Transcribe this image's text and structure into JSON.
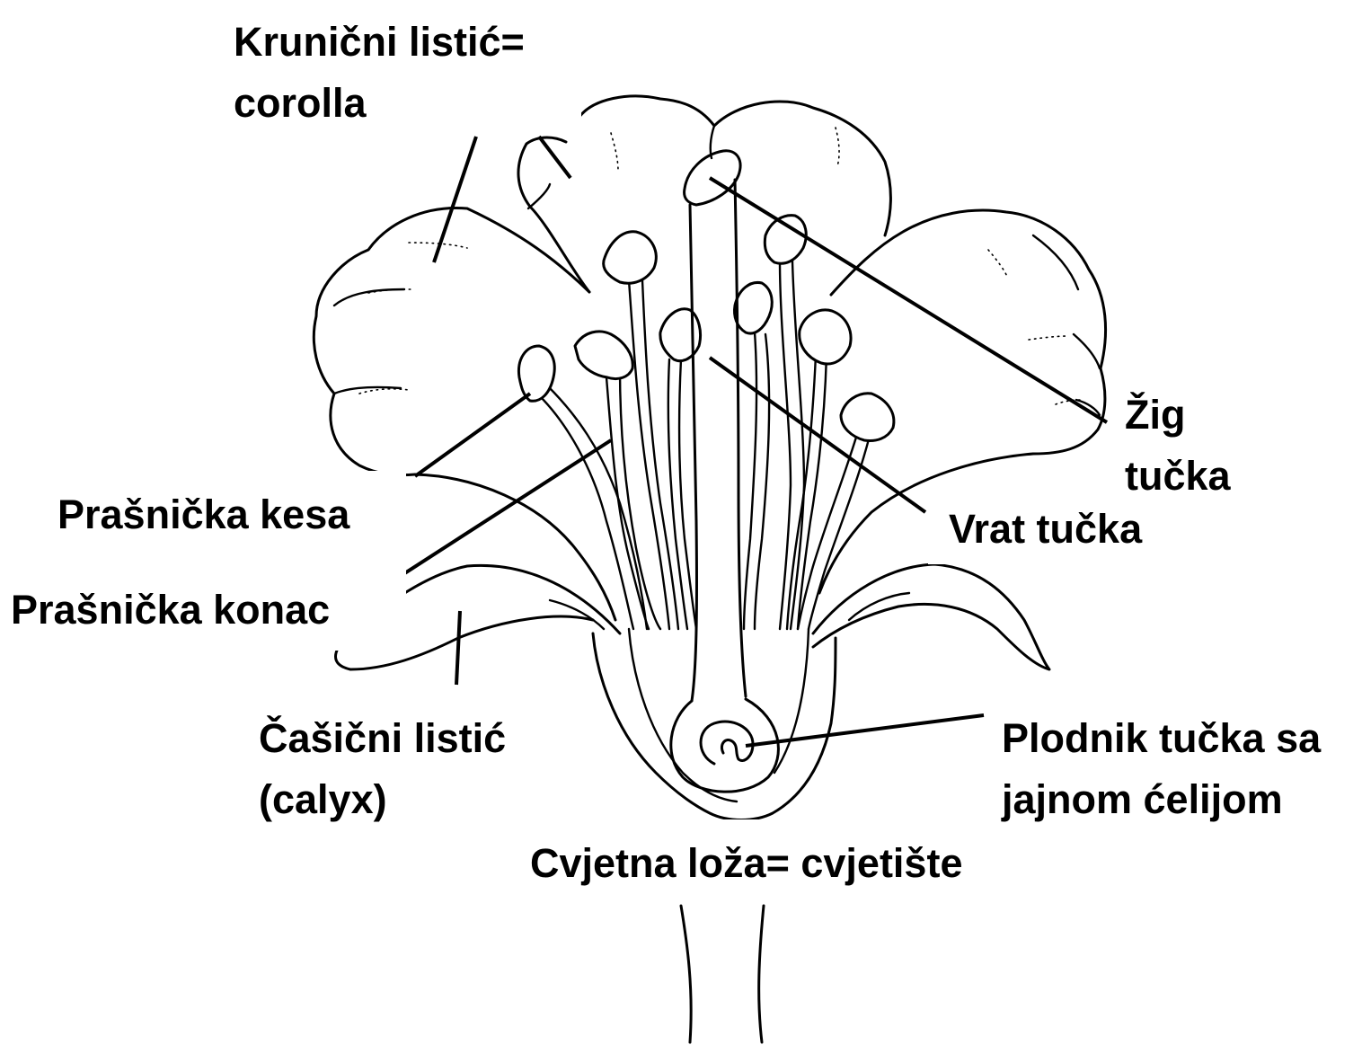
{
  "colors": {
    "line": "#000000",
    "background": "#ffffff"
  },
  "labels": {
    "corolla": {
      "line1": "Krunični listić=",
      "line2": "corolla"
    },
    "anther": "Prašnička kesa",
    "filament": "Prašnička konac",
    "sepal": {
      "line1": "Čašični listić",
      "line2": "(calyx)"
    },
    "receptacle": "Cvjetna loža= cvjetište",
    "stigma": {
      "line1": "Žig",
      "line2": "tučka"
    },
    "style": "Vrat tučka",
    "ovary": {
      "line1": "Plodnik tučka sa",
      "line2": "jajnom ćelijom"
    }
  }
}
